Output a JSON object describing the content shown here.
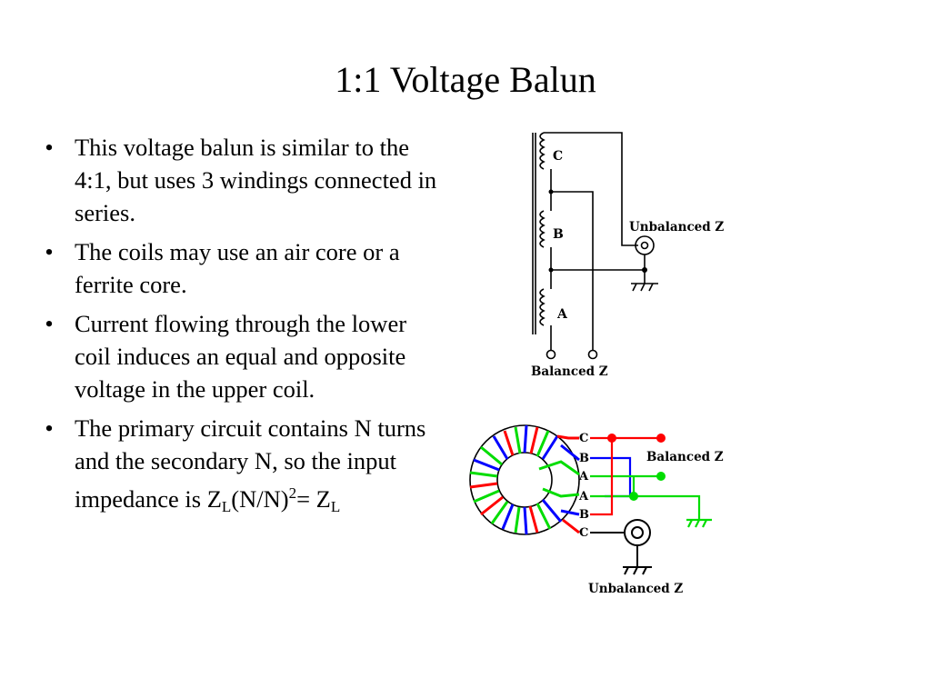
{
  "slide": {
    "title": "1:1 Voltage Balun",
    "bullets": [
      "This voltage balun is similar to the 4:1, but uses 3 windings connected in series.",
      "The coils may use an air core or a ferrite core.",
      "Current flowing through the lower coil induces an equal and opposite voltage in the upper coil."
    ],
    "formula_bullet": {
      "text": "The primary circuit contains N turns and the secondary N, so the input impedance is",
      "z1": "Z",
      "z1_sub": "L",
      "middle": "(N/N)",
      "exp": "2",
      "equals": "= Z",
      "z2_sub": "L"
    },
    "bullet_glyph": "•"
  },
  "schematic": {
    "coil_labels": [
      "C",
      "B",
      "A"
    ],
    "unbalanced_label": "Unbalanced Z",
    "balanced_label": "Balanced Z"
  },
  "toroid": {
    "wire_labels": [
      "C",
      "B",
      "A",
      "A",
      "B",
      "C"
    ],
    "balanced_label": "Balanced Z",
    "unbalanced_label": "Unbalanced Z",
    "colors": {
      "red": "#ff0000",
      "blue": "#0000ff",
      "green": "#00dd00"
    }
  }
}
